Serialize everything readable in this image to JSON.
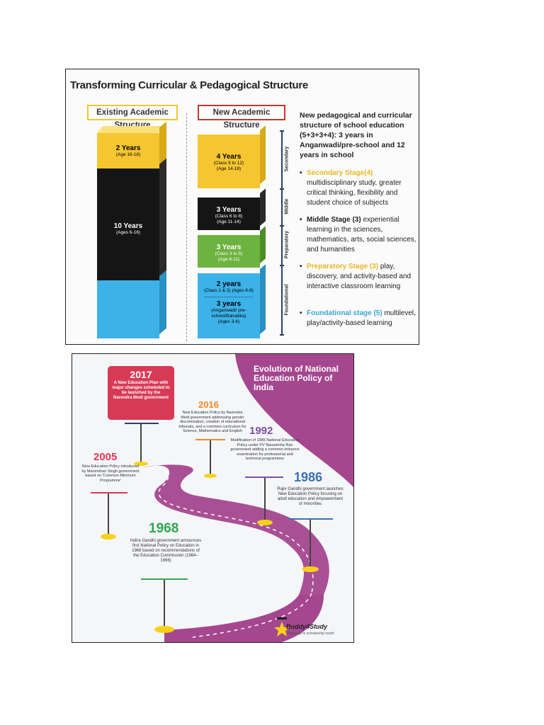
{
  "panel1": {
    "title": "Transforming Curricular & Pedagogical Structure",
    "existing_header": "Existing Academic Structure",
    "new_header": "New Academic Structure",
    "existing": {
      "two_years": "2 Years",
      "two_years_age": "(Age 16-18)",
      "ten_years": "10 Years",
      "ten_years_age": "(Ages 6-16)"
    },
    "new": {
      "secondary_years": "4 Years",
      "secondary_class": "(Class 9 to 12)",
      "secondary_age": "(Age 14-18)",
      "middle_years": "3 Years",
      "middle_class": "(Class 6 to 8)",
      "middle_age": "(Age 11-14)",
      "prep_years": "3 Years",
      "prep_class": "(Class 3 to 5)",
      "prep_age": "(Age 8-11)",
      "found_years_a": "2 years",
      "found_class_a": "(Class 1 & 2)  (Ages 6-8)",
      "found_years_b": "3 years",
      "found_class_b": "(Anganwadi/ pre-school/Balvatika)",
      "found_age_b": "(Ages 3-6)"
    },
    "stage_labels": {
      "secondary": "Secondary",
      "middle": "Middle",
      "preparatory": "Preparatory",
      "foundational": "Foundational"
    },
    "intro": "New pedagogical and curricular structure of school education (5+3+3+4): 3 years in Anganwadi/pre-school and 12 years in school",
    "bullets": [
      {
        "stage": "Secondary Stage(4)",
        "text": " multidisciplinary study, greater critical thinking, flexibility and student choice of subjects",
        "color": "#e8b923"
      },
      {
        "stage": "Middle Stage (3)",
        "text": " experiential learning in the sciences, mathematics, arts, social sciences, and humanities",
        "color": "#222222"
      },
      {
        "stage": "Preparatory Stage (3)",
        "text": "  play, discovery, and activity-based and interactive classroom learning",
        "color": "#e8b923"
      },
      {
        "stage": "Foundational stage (5)",
        "text": " multilevel, play/activity-based learning",
        "color": "#3aa6dd"
      }
    ],
    "colors": {
      "yellow": "#f6c631",
      "black": "#151515",
      "blue": "#3cb2e8",
      "green": "#6db33f"
    }
  },
  "panel2": {
    "title": "Evolution of National Education Policy of India",
    "y2017": "2017",
    "d2017": "A New Education Plan with major changes scheduled to be launched by the Narendra Modi government",
    "y2016": "2016",
    "d2016": "New Education Policy by Narendra Modi government addressing gender discrimination, creation of educational tribunals, and a common curriculum for Science, Mathematics and English",
    "y1992": "1992",
    "d1992": "Modification of 1986 National Education Policy under PV Narasimha Rao government adding a common entrance examination for professional and technical programmes",
    "y2005": "2005",
    "d2005": "New Education Policy introduced by Manmohan Singh government based on 'Common Minimum Programme'",
    "y1986": "1986",
    "d1986": "Rajiv Gandhi government launches New Education Policy focusing on adult education and empowerment of minorities",
    "y1968": "1968",
    "d1968": "Indira Gandhi government announces first National Policy on Education in 1968 based on recommendations of the Education Commission (1964–1966)",
    "logo": "Buddy4Study",
    "tagline": "Gateway to scholarship world",
    "colors": {
      "purple": "#a4478f",
      "red": "#d83a56",
      "orange": "#f08a24",
      "violet": "#7d4fa0",
      "blue": "#3b6fb6",
      "green": "#2fa84f",
      "yellow": "#f7d117"
    }
  }
}
